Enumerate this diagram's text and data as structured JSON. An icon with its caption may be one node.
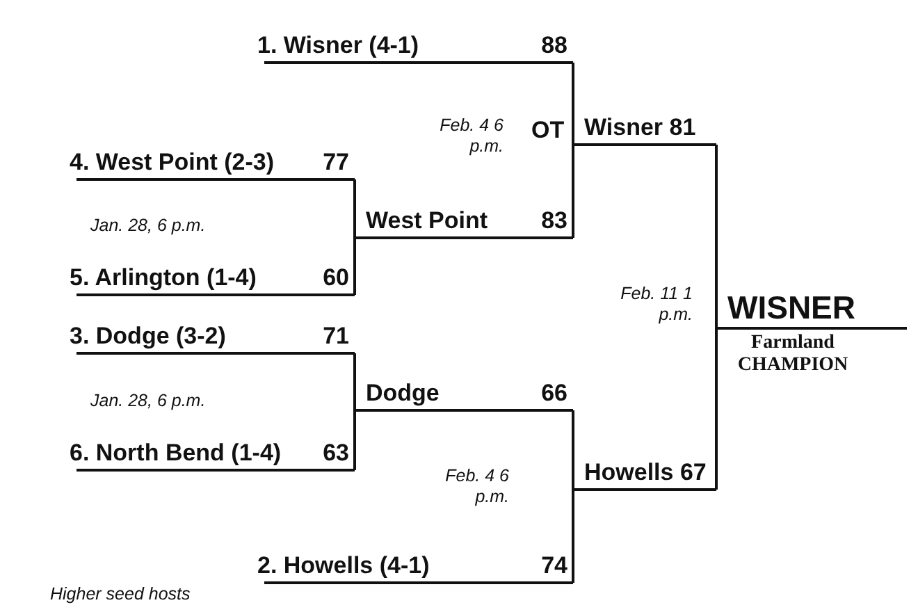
{
  "diagram": {
    "nodes": [
      {
        "text": [
          "1. Wisner (4-1)",
          "88"
        ]
      },
      {
        "text": [
          "4. West Point (2-3)",
          "77"
        ]
      },
      {
        "text": [
          "West Point",
          "83"
        ]
      },
      {
        "text": [
          "Wisner 81"
        ]
      },
      {
        "text": [
          "5. Arlington (1-4)",
          "60"
        ]
      },
      {
        "text": [
          "WISNER",
          "Farmland CHAMPION"
        ]
      },
      {
        "text": [
          "3. Dodge (3-2)",
          "71"
        ]
      },
      {
        "text": [
          "Dodge",
          "66"
        ]
      },
      {
        "text": [
          "6. North Bend (1-4)",
          "63"
        ]
      },
      {
        "text": [
          "Howells 67"
        ]
      },
      {
        "text": [
          "2. Howells (4-1)",
          "74"
        ]
      }
    ],
    "edges": [
      {
        "from": 1,
        "to": 2,
        "arrow": "none"
      },
      {
        "from": 4,
        "to": 2,
        "arrow": "none"
      },
      {
        "from": 0,
        "to": 3,
        "arrow": "none"
      },
      {
        "from": 2,
        "to": 3,
        "arrow": "none"
      },
      {
        "from": 6,
        "to": 7,
        "arrow": "none"
      },
      {
        "from": 8,
        "to": 7,
        "arrow": "none"
      },
      {
        "from": 7,
        "to": 9,
        "arrow": "none"
      },
      {
        "from": 10,
        "to": 9,
        "arrow": "none"
      },
      {
        "from": 3,
        "to": 5,
        "arrow": "none"
      },
      {
        "from": 9,
        "to": 5,
        "arrow": "none"
      }
    ],
    "labels": [
      "Feb. 4 6 p.m.",
      "OT",
      "Jan. 28, 6 p.m.",
      "Feb. 11 1 p.m.",
      "Jan. 28, 6 p.m.",
      "Feb. 4 6 p.m.",
      "Higher seed hosts"
    ]
  }
}
